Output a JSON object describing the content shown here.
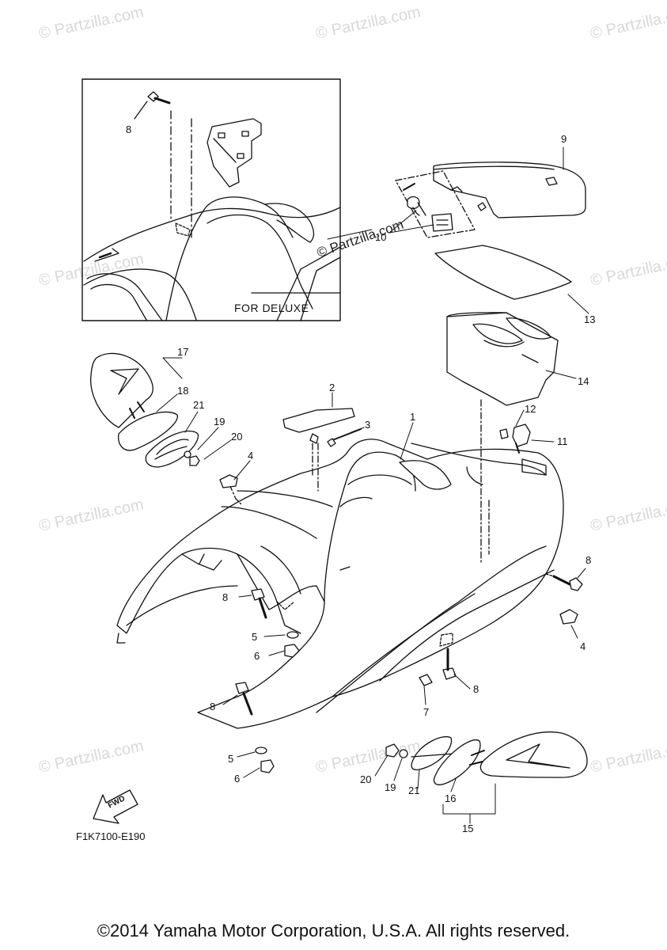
{
  "watermark_text": "© Partzilla.com",
  "brand_mark_text": "© Partzilla.com",
  "inset_label": "FOR DELUXE",
  "figure_code": "F1K7100-E190",
  "fwd_label": "FWD",
  "copyright": "©2014 Yamaha Motor Corporation, U.S.A. All rights reserved.",
  "callouts": [
    "8",
    "9",
    "10",
    "13",
    "14",
    "17",
    "18",
    "21",
    "19",
    "20",
    "2",
    "3",
    "1",
    "12",
    "11",
    "4",
    "8",
    "8",
    "5",
    "6",
    "4",
    "8",
    "7",
    "8",
    "5",
    "6",
    "20",
    "19",
    "21",
    "16",
    "15"
  ],
  "line_color": "#111111",
  "watermark_color": "#d8d8d8"
}
